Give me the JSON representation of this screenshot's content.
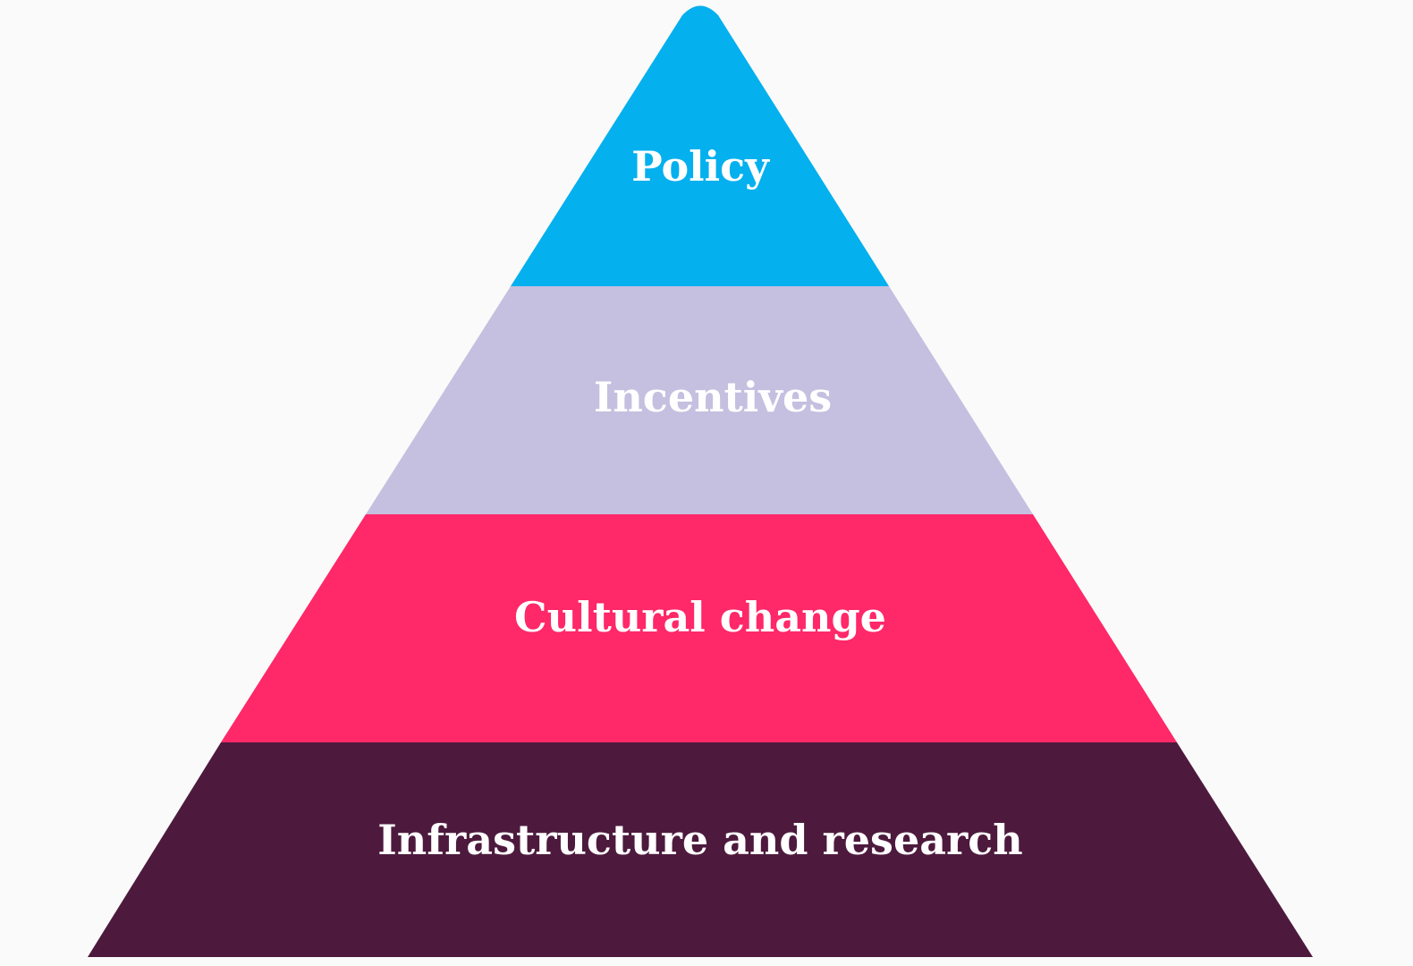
{
  "pyramid": {
    "background": "#fafafa",
    "tiers": [
      {
        "label": "Policy",
        "color": "#04b0ee"
      },
      {
        "label": "Incentives",
        "color": "#c5bfe0"
      },
      {
        "label": "Cultural change",
        "color": "#ff2869"
      },
      {
        "label": "Infrastructure and research",
        "color": "#4d1a3d"
      }
    ]
  }
}
